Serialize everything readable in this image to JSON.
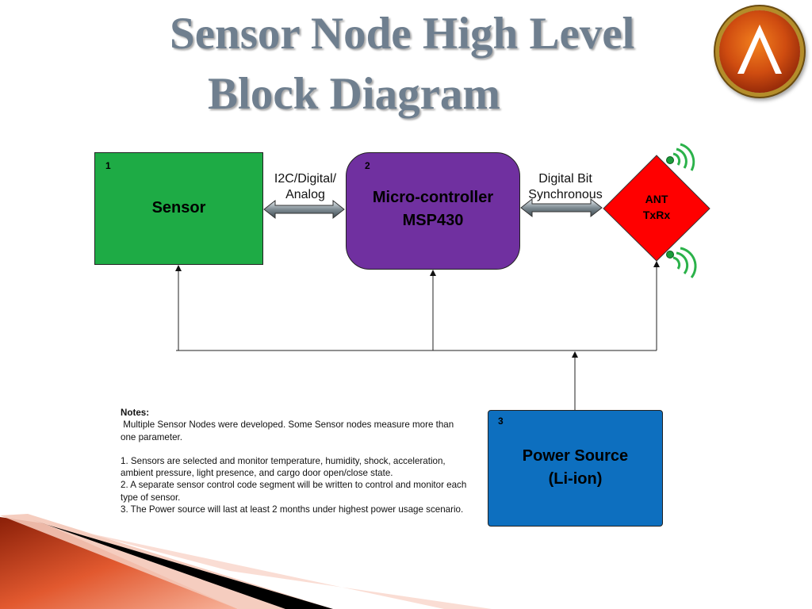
{
  "title": {
    "line1": "Sensor Node High Level",
    "line2": "Block Diagram"
  },
  "blocks": {
    "sensor": {
      "number": "1",
      "label": "Sensor"
    },
    "mcu": {
      "number": "2",
      "line1": "Micro-controller",
      "line2": "MSP430"
    },
    "ant": {
      "line1": "ANT",
      "line2": "TxRx"
    },
    "power": {
      "number": "3",
      "line1": "Power Source",
      "line2": "(Li-ion)"
    }
  },
  "links": {
    "sensor_mcu": {
      "line1": "I2C/Digital/",
      "line2": "Analog"
    },
    "mcu_ant": {
      "line1": "Digital Bit",
      "line2": "Synchronous"
    }
  },
  "notes": {
    "heading": "Notes:",
    "intro": " Multiple Sensor Nodes were developed. Some Sensor nodes measure more than one parameter.",
    "items": [
      "1. Sensors are selected and monitor temperature, humidity, shock, acceleration, ambient pressure, light presence, and cargo door open/close state.",
      "2. A separate sensor control code segment will be written to control and monitor each type of sensor.",
      "3. The Power source will last at least 2 months under highest power usage scenario."
    ]
  },
  "colors": {
    "sensor": "#1eab45",
    "mcu": "#7030a0",
    "ant": "#ff0000",
    "power": "#0d6fbf",
    "title": "#6f7f8f"
  },
  "icons": [
    "logo-lambda-icon",
    "wireless-signal-icon"
  ]
}
